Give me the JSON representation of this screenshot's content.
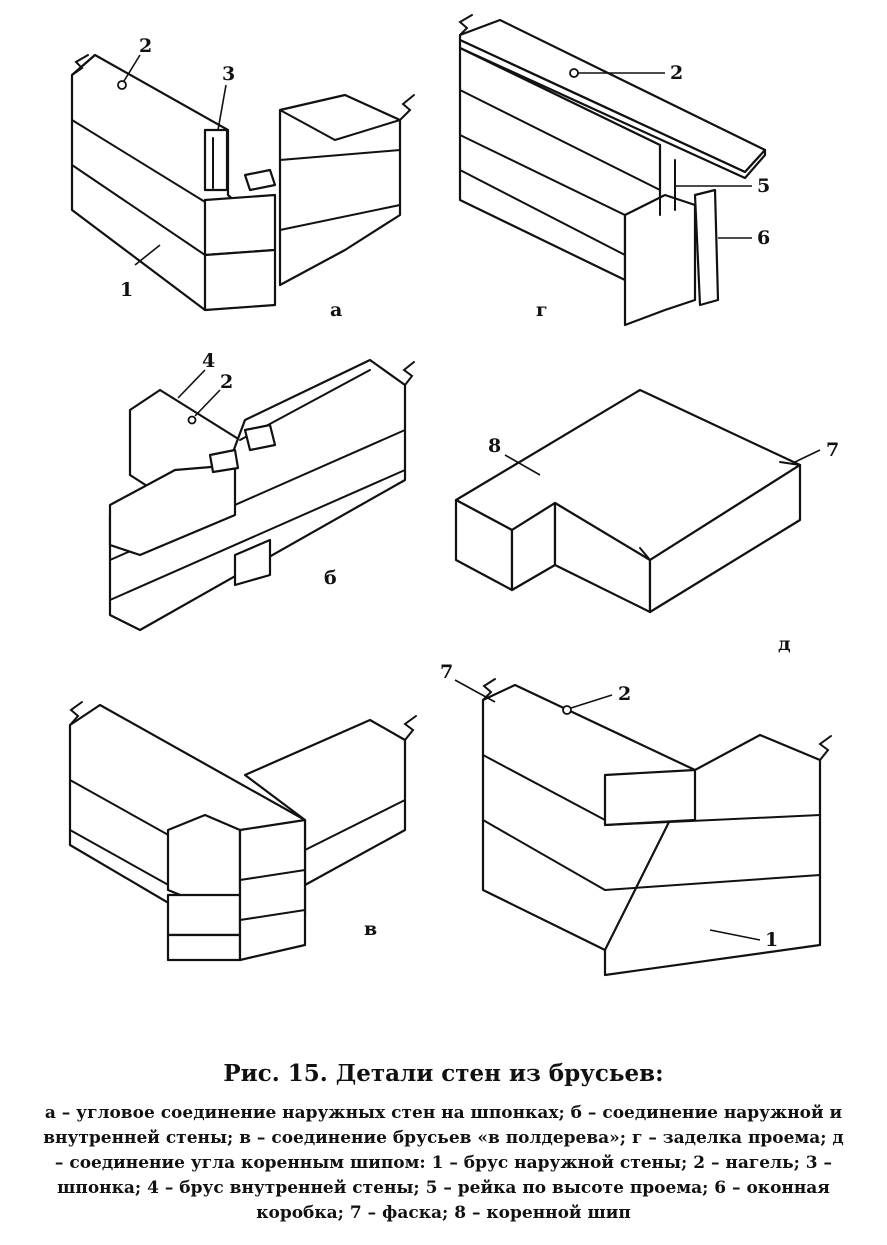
{
  "figure": {
    "panels": {
      "a": {
        "letter": "а",
        "labels": {
          "one": "1",
          "two": "2",
          "three": "3"
        }
      },
      "g": {
        "letter": "г",
        "labels": {
          "two": "2",
          "five": "5",
          "six": "6"
        }
      },
      "b": {
        "letter": "б",
        "labels": {
          "four": "4",
          "two": "2"
        }
      },
      "d": {
        "letter": "д",
        "labels": {
          "eight": "8",
          "seven": "7"
        }
      },
      "v": {
        "letter": "в"
      },
      "e": {
        "labels": {
          "seven": "7",
          "two": "2",
          "one": "1"
        }
      }
    }
  },
  "caption": {
    "title": "Рис. 15. Детали стен из брусьев:",
    "text": "а – угловое соединение наружных стен на шпонках; б – соединение наружной и внутренней стены; в – соединение брусьев «в полдерева»; г – заделка проема; д – соединение угла коренным шипом: 1 – брус наружной стены; 2 – нагель; 3 – шпонка; 4 – брус внутренней стены; 5 – рейка по высоте проема; 6 – оконная коробка; 7 – фаска; 8 – коренной шип"
  }
}
